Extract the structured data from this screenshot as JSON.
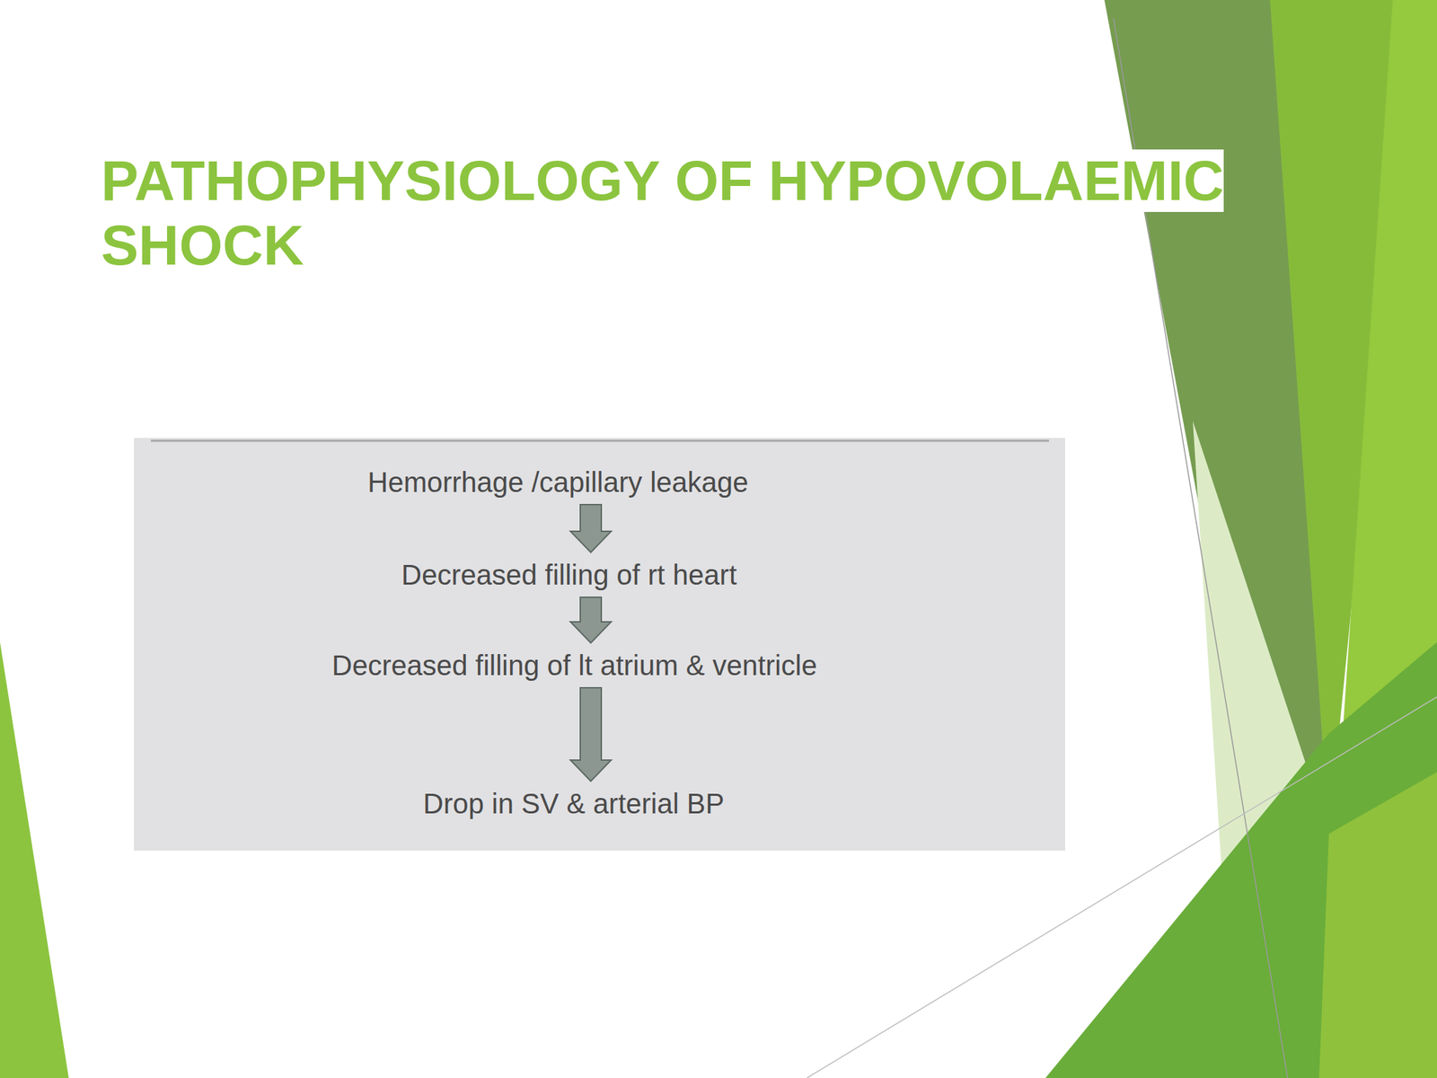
{
  "diagram": {
    "title": "PATHOPHYSIOLOGY OF HYPOVOLAEMIC SHOCK",
    "nodes": [
      {
        "text": [
          "Hemorrhage /capillary leakage"
        ]
      },
      {
        "text": [
          "Decreased filling of rt heart"
        ]
      },
      {
        "text": [
          "Decreased filling of lt atrium & ventricle"
        ]
      },
      {
        "text": [
          "Drop in SV & arterial BP"
        ]
      }
    ],
    "edges": [
      {
        "from": 0,
        "to": 1,
        "arrow": "to"
      },
      {
        "from": 1,
        "to": 2,
        "arrow": "to"
      },
      {
        "from": 2,
        "to": 3,
        "arrow": "to"
      }
    ]
  }
}
